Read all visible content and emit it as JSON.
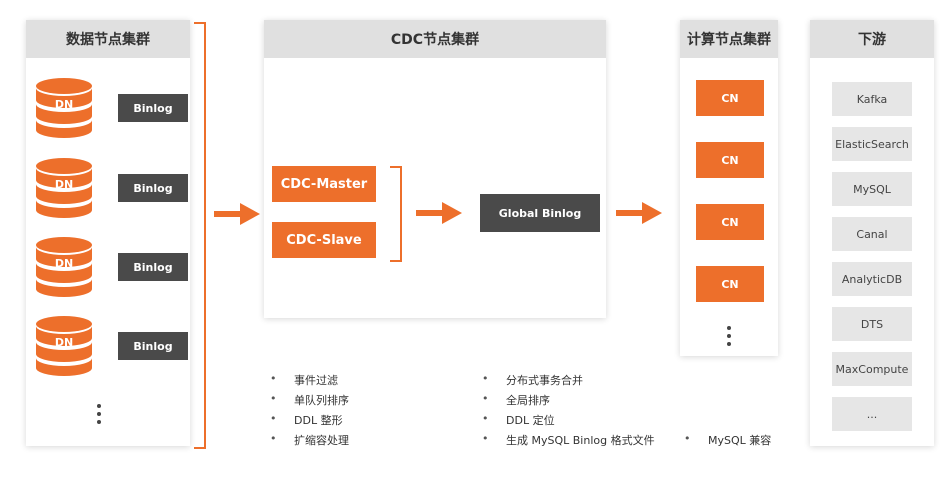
{
  "colors": {
    "accent": "#ed6f2b",
    "dark": "#4a4a4a",
    "header_bg": "#e0e0e0",
    "item_bg": "#e6e6e6"
  },
  "data_cluster": {
    "title": "数据节点集群",
    "nodes": [
      {
        "db_label": "DN",
        "binlog_label": "Binlog"
      },
      {
        "db_label": "DN",
        "binlog_label": "Binlog"
      },
      {
        "db_label": "DN",
        "binlog_label": "Binlog"
      },
      {
        "db_label": "DN",
        "binlog_label": "Binlog"
      }
    ]
  },
  "cdc_cluster": {
    "title": "CDC节点集群",
    "master_label": "CDC-Master",
    "slave_label": "CDC-Slave"
  },
  "global_binlog_label": "Global Binlog",
  "compute_cluster": {
    "title": "计算节点集群",
    "nodes": [
      "CN",
      "CN",
      "CN",
      "CN"
    ]
  },
  "downstream": {
    "title": "下游",
    "items": [
      "Kafka",
      "ElasticSearch",
      "MySQL",
      "Canal",
      "AnalyticDB",
      "DTS",
      "MaxCompute",
      "..."
    ]
  },
  "features": {
    "bullet": "•",
    "col1": [
      "事件过滤",
      "单队列排序",
      "DDL 整形",
      "扩缩容处理"
    ],
    "col2": [
      "分布式事务合并",
      "全局排序",
      "DDL 定位",
      "生成 MySQL Binlog 格式文件"
    ],
    "col3": [
      "MySQL 兼容"
    ]
  }
}
